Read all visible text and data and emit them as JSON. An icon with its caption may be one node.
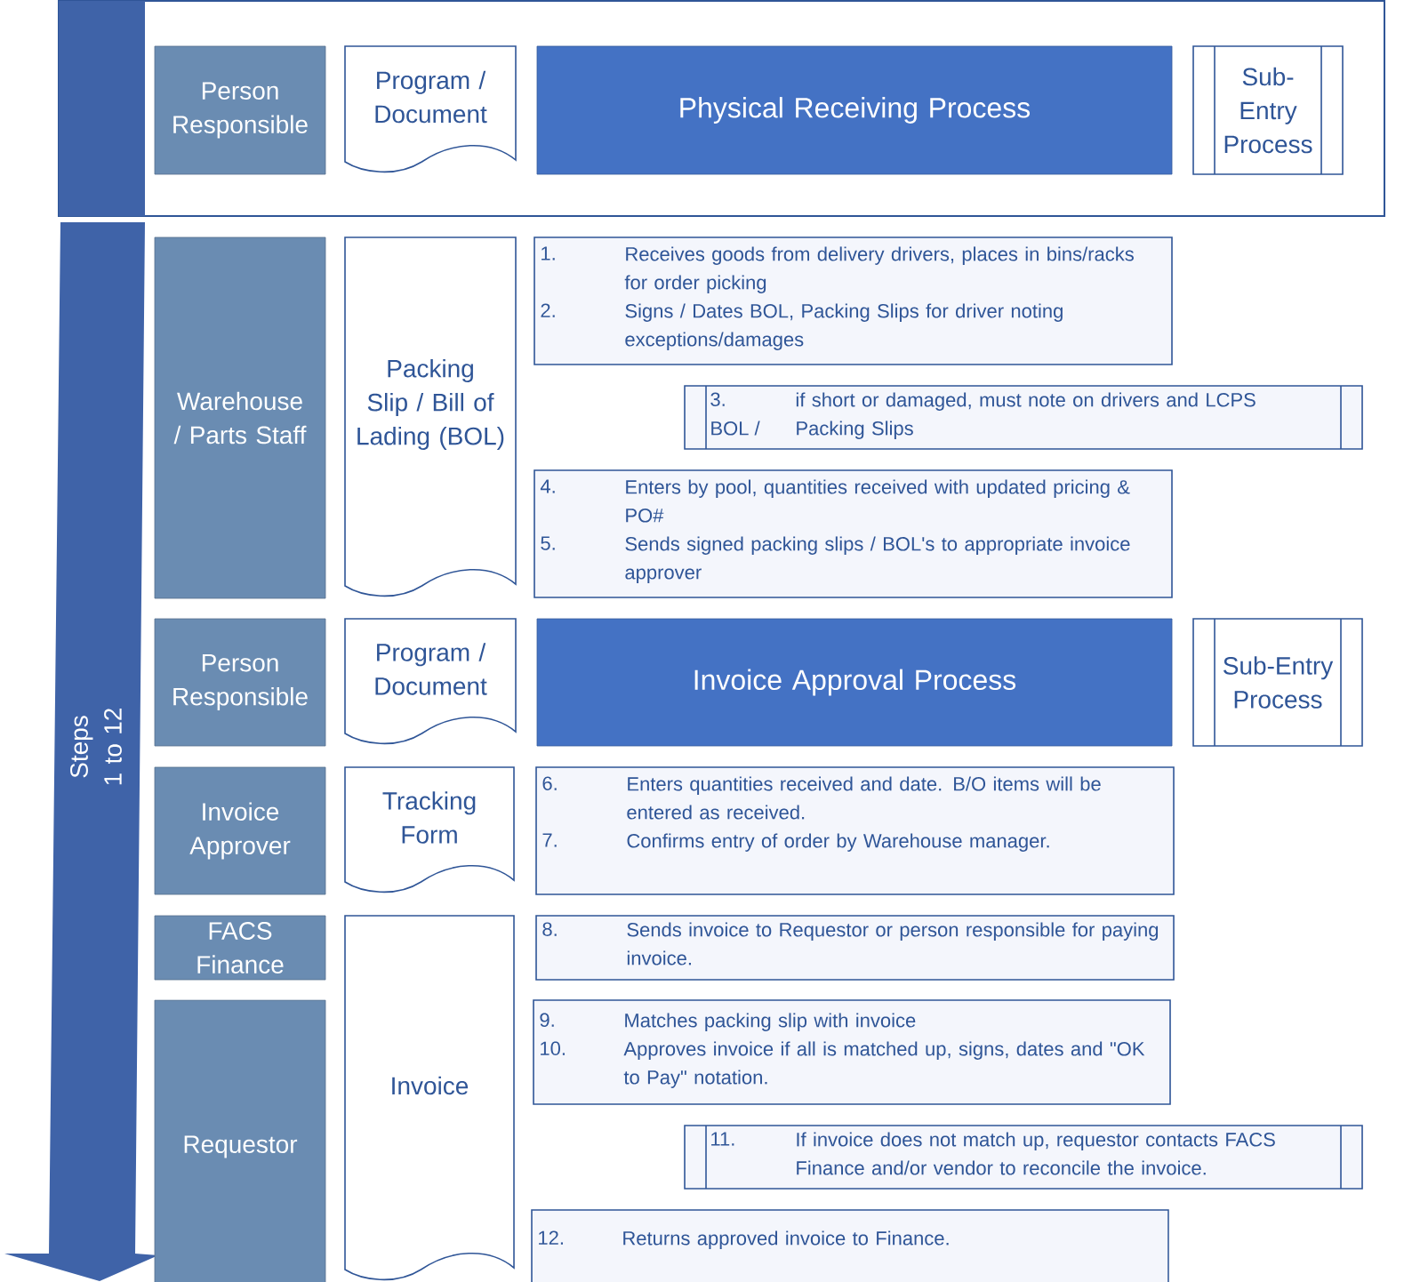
{
  "diagram": {
    "nodes": [
      {
        "text": [
          "Steps 1 to 12"
        ]
      },
      {
        "text": [
          "Person Responsible"
        ]
      },
      {
        "text": [
          "Program / Document"
        ]
      },
      {
        "text": [
          "Physical Receiving Process"
        ]
      },
      {
        "text": [
          "Sub-Entry Process"
        ]
      },
      {
        "text": [
          "Warehouse / Parts Staff"
        ]
      },
      {
        "text": [
          "Packing Slip / Bill of Lading (BOL)"
        ]
      },
      {
        "text": [
          "1.",
          "Receives goods from delivery drivers, places in bins/racks for order picking",
          "2.",
          "Signs / Dates BOL, Packing Slips for driver noting exceptions/damages"
        ]
      },
      {
        "text": [
          "3.",
          "if short or damaged, must note on drivers and LCPS",
          "BOL /",
          "Packing Slips"
        ]
      },
      {
        "text": [
          "4.",
          "Enters by pool, quantities received with updated pricing & PO#",
          "5.",
          "Sends signed packing slips / BOL's to appropriate invoice approver"
        ]
      },
      {
        "text": [
          "Person Responsible"
        ]
      },
      {
        "text": [
          "Program / Document"
        ]
      },
      {
        "text": [
          "Invoice Approval Process"
        ]
      },
      {
        "text": [
          "Sub-Entry Process"
        ]
      },
      {
        "text": [
          "Invoice Approver"
        ]
      },
      {
        "text": [
          "Tracking Form"
        ]
      },
      {
        "text": [
          "6.",
          "Enters quantities received and date. B/O items will be entered as received.",
          "7.",
          "Confirms entry of order by Warehouse manager."
        ]
      },
      {
        "text": [
          "FACS Finance"
        ]
      },
      {
        "text": [
          "Invoice"
        ]
      },
      {
        "text": [
          "8.",
          "Sends invoice to Requestor or person responsible for paying invoice."
        ]
      },
      {
        "text": [
          "Requestor"
        ]
      },
      {
        "text": [
          "9.",
          "Matches packing slip with invoice",
          "10.",
          "Approves invoice if all is matched up, signs, dates and \"OK to Pay\" notation."
        ]
      },
      {
        "text": [
          "11.",
          "If invoice does not match up, requestor contacts FACS Finance and/or vendor to reconcile the invoice."
        ]
      },
      {
        "text": [
          "12.",
          "Returns approved invoice to Finance."
        ]
      }
    ],
    "edges": []
  }
}
